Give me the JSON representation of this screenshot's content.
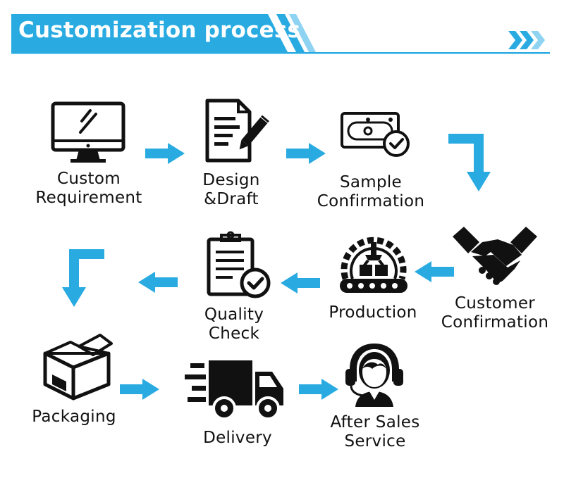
{
  "header": {
    "title": "Customization process"
  },
  "colors": {
    "accent": "#29abe2",
    "accent_light": "#8fd3f2",
    "icon": "#111111"
  },
  "steps": [
    {
      "line1": "Custom",
      "line2": "Requirement",
      "icon": "monitor-icon"
    },
    {
      "line1": "Design",
      "line2": "&Draft",
      "icon": "document-pen-icon"
    },
    {
      "line1": "Sample",
      "line2": "Confirmation",
      "icon": "sample-card-check-icon"
    },
    {
      "line1": "Customer",
      "line2": "Confirmation",
      "icon": "handshake-icon"
    },
    {
      "line1": "Production",
      "line2": "",
      "icon": "factory-gear-icon"
    },
    {
      "line1": "Quality",
      "line2": "Check",
      "icon": "clipboard-check-icon"
    },
    {
      "line1": "Packaging",
      "line2": "",
      "icon": "box-icon"
    },
    {
      "line1": "Delivery",
      "line2": "",
      "icon": "truck-icon"
    },
    {
      "line1": "After Sales",
      "line2": "Service",
      "icon": "headset-agent-icon"
    }
  ]
}
